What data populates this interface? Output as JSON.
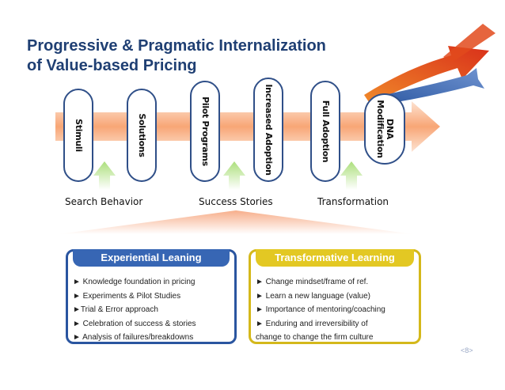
{
  "title": {
    "line1": "Progressive & Pragmatic Internalization",
    "line2": "of Value-based Pricing"
  },
  "stages": {
    "stimuli": "Stimuli",
    "solutions": "Solutions",
    "pilot_programs": "Pilot Programs",
    "increased_adoption": "Increased Adoption",
    "full_adoption": "Full Adoption",
    "dna_line1": "DNA",
    "dna_line2": "Modification"
  },
  "labels": {
    "search_behavior": "Search Behavior",
    "success_stories": "Success Stories",
    "transformation": "Transformation"
  },
  "experiential": {
    "header": "Experiential Leaning",
    "items": [
      "► Knowledge foundation in pricing",
      "► Experiments & Pilot Studies",
      "►Trial & Error approach",
      "► Celebration of success & stories",
      "► Analysis of failures/breakdowns"
    ]
  },
  "transformative": {
    "header": "Transformative Learning",
    "items": [
      "► Change mindset/frame of ref.",
      "► Learn a new language (value)",
      "► Importance of mentoring/coaching",
      "► Enduring and irreversibility of",
      "change to change the firm culture"
    ]
  },
  "page_number": "<8>",
  "colors": {
    "title": "#1f3f73",
    "pill_border": "#2f4f88",
    "band_orange": "#f7a373",
    "up_arrow_green": "#b8e58a",
    "experiential_blue": "#3766b4",
    "transformative_gold": "#e3c823",
    "swoosh_red": "#e5501c",
    "swoosh_blue": "#4a72b8"
  }
}
